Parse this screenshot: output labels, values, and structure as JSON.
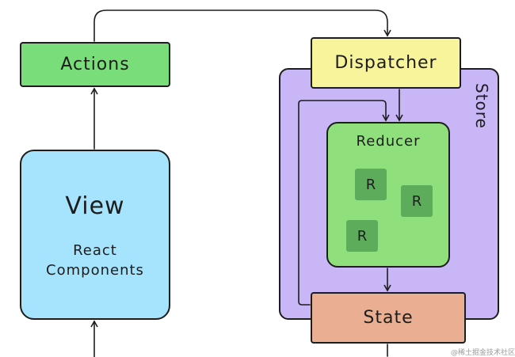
{
  "actions": {
    "label": "Actions"
  },
  "view": {
    "title": "View",
    "subtitle_line1": "React",
    "subtitle_line2": "Components"
  },
  "store": {
    "label": "Store"
  },
  "dispatcher": {
    "label": "Dispatcher"
  },
  "reducer": {
    "title": "Reducer",
    "items": [
      "R",
      "R",
      "R"
    ]
  },
  "state": {
    "label": "State"
  },
  "watermark": "@稀土掘金技术社区",
  "colors": {
    "actions": "#79de79",
    "view": "#a5e4fc",
    "store": "#c8b6f6",
    "dispatcher": "#f8f49c",
    "reducer": "#8fe07c",
    "reducer_item": "#5cac5c",
    "state": "#eaaf92",
    "line": "#1d1d1d"
  }
}
